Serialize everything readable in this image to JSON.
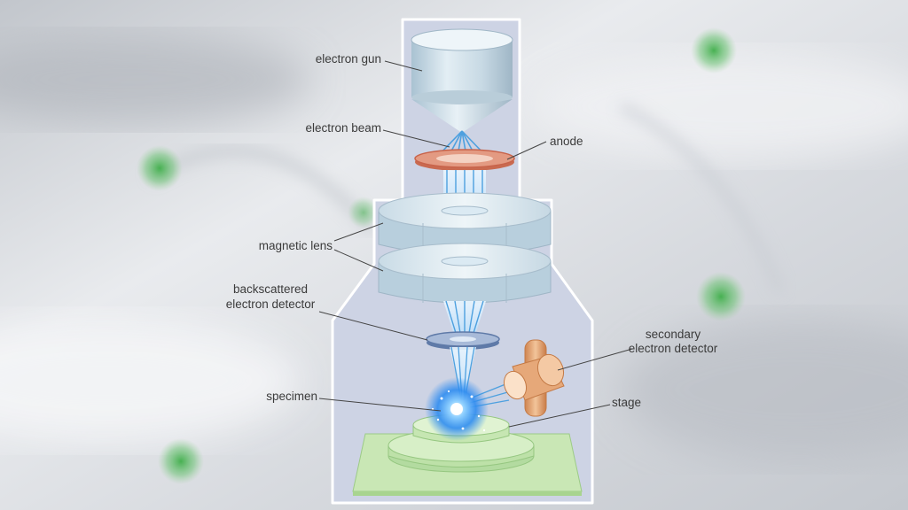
{
  "diagram": {
    "labels": {
      "electron_gun": "electron gun",
      "electron_beam": "electron beam",
      "anode": "anode",
      "magnetic_lens": "magnetic lens",
      "backscattered_detector_line1": "backscattered",
      "backscattered_detector_line2": "electron detector",
      "secondary_detector_line1": "secondary",
      "secondary_detector_line2": "electron detector",
      "specimen": "specimen",
      "stage": "stage"
    },
    "colors": {
      "background": "#dcdfe3",
      "column": "#cdd3e4",
      "lens_body": "#c8dbe6",
      "anode": "#d9826b",
      "beam": "#5aa9e0",
      "detector_ring": "#7890b8",
      "secondary_detector": "#e0a574",
      "stage": "#c9e7b5",
      "specimen_glow": "#3fa4ff",
      "bokeh": "#4fb85a"
    }
  }
}
